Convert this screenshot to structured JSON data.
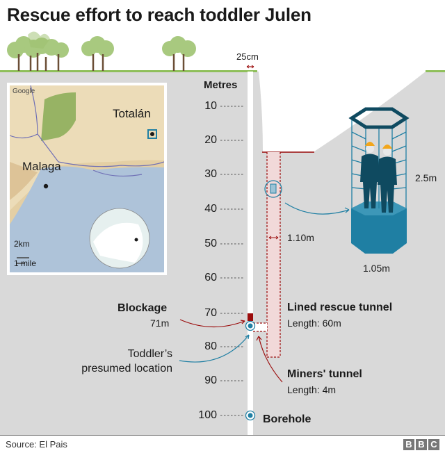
{
  "title": "Rescue effort to reach toddler Julen",
  "map": {
    "attribution": "Google",
    "places": [
      {
        "name": "Totalán"
      },
      {
        "name": "Malaga"
      }
    ],
    "scale": {
      "km": "2km",
      "mile": "1 mile"
    }
  },
  "diagram": {
    "borehole_width": "25cm",
    "axis_label": "Metres",
    "ticks": [
      "10",
      "20",
      "30",
      "40",
      "50",
      "60",
      "70",
      "80",
      "90",
      "100"
    ],
    "tunnel_width": "1.10m",
    "capsule": {
      "height": "2.5m",
      "width": "1.05m"
    },
    "blockage": {
      "label": "Blockage",
      "depth": "71m"
    },
    "toddler": {
      "line1": "Toddler’s",
      "line2": "presumed location"
    },
    "lined_tunnel": {
      "label": "Lined rescue tunnel",
      "length": "Length: 60m"
    },
    "miners_tunnel": {
      "label": "Miners' tunnel",
      "length": "Length: 4m"
    },
    "borehole": "Borehole"
  },
  "colors": {
    "ground": "#d9d9d9",
    "grass": "#8fbf5a",
    "red": "#9b0d0d",
    "teal": "#1f7fa3",
    "dark_teal": "#0f4a60"
  },
  "footer": {
    "source": "Source: El Pais",
    "logo": [
      "B",
      "B",
      "C"
    ]
  },
  "chart_data": {
    "type": "diagram",
    "title": "Rescue effort to reach toddler Julen",
    "ylabel": "Metres",
    "ylim": [
      0,
      100
    ],
    "depth_ticks": [
      10,
      20,
      30,
      40,
      50,
      60,
      70,
      80,
      90,
      100
    ],
    "annotations": [
      {
        "label": "Borehole",
        "diameter": "25cm",
        "depth_m": 100
      },
      {
        "label": "Blockage",
        "depth_m": 71
      },
      {
        "label": "Toddler's presumed location",
        "depth_m": 72
      },
      {
        "label": "Lined rescue tunnel",
        "length_m": 60,
        "width": "1.10m"
      },
      {
        "label": "Miners' tunnel",
        "length_m": 4
      },
      {
        "label": "Capsule",
        "height": "2.5m",
        "width": "1.05m"
      }
    ],
    "source": "El Pais"
  }
}
